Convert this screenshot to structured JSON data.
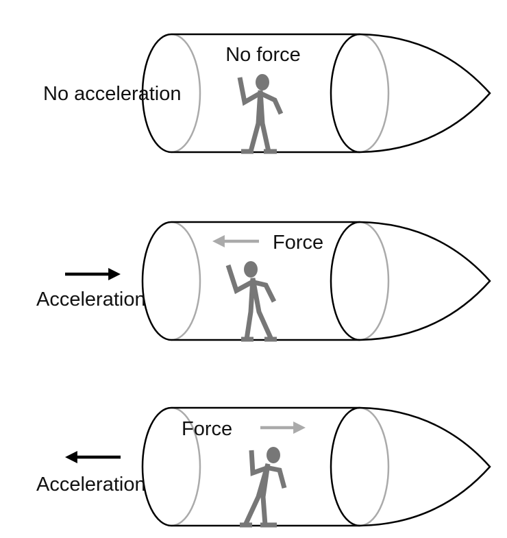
{
  "colors": {
    "outline": "#000000",
    "hidden_edge": "#aaaaaa",
    "figure": "#777777",
    "force_arrow": "#aaaaaa",
    "accel_arrow": "#000000",
    "text": "#111111"
  },
  "panels": [
    {
      "id": "no-accel",
      "accel_label": "No acceleration",
      "force_label": "No force",
      "accel_arrow": "none",
      "force_arrow": "none",
      "figure_pose": "upright"
    },
    {
      "id": "accel-forward",
      "accel_label": "Acceleration",
      "force_label": "Force",
      "accel_arrow": "right",
      "force_arrow": "left",
      "figure_pose": "lean-back"
    },
    {
      "id": "accel-backward",
      "accel_label": "Acceleration",
      "force_label": "Force",
      "accel_arrow": "left",
      "force_arrow": "right",
      "figure_pose": "lean-forward"
    }
  ]
}
